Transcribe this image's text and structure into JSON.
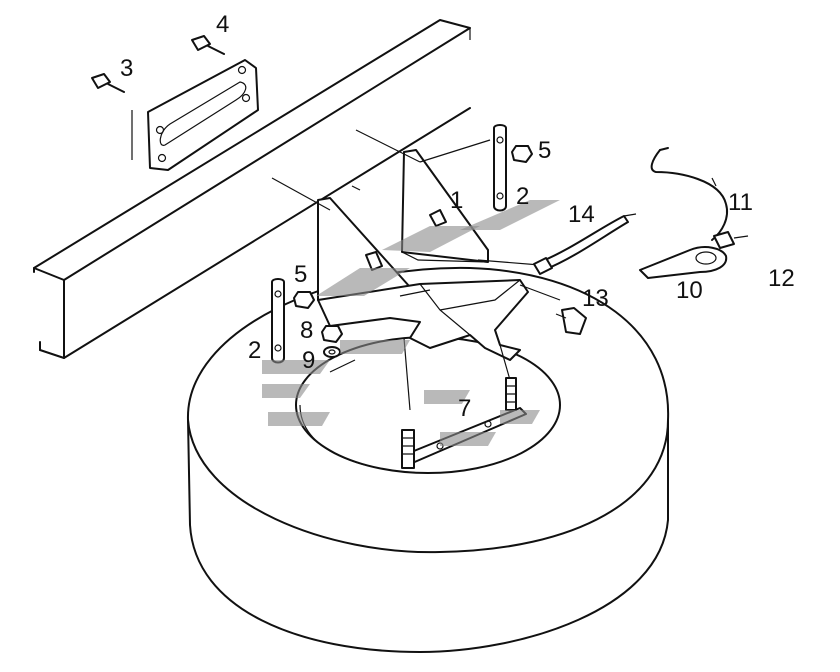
{
  "callouts": [
    {
      "id": "1",
      "label": "1"
    },
    {
      "id": "2a",
      "label": "2"
    },
    {
      "id": "2b",
      "label": "2"
    },
    {
      "id": "3",
      "label": "3"
    },
    {
      "id": "4",
      "label": "4"
    },
    {
      "id": "5a",
      "label": "5"
    },
    {
      "id": "5b",
      "label": "5"
    },
    {
      "id": "7",
      "label": "7"
    },
    {
      "id": "8",
      "label": "8"
    },
    {
      "id": "9",
      "label": "9"
    },
    {
      "id": "10",
      "label": "10"
    },
    {
      "id": "11",
      "label": "11"
    },
    {
      "id": "12",
      "label": "12"
    },
    {
      "id": "13",
      "label": "13"
    },
    {
      "id": "14",
      "label": "14"
    }
  ]
}
